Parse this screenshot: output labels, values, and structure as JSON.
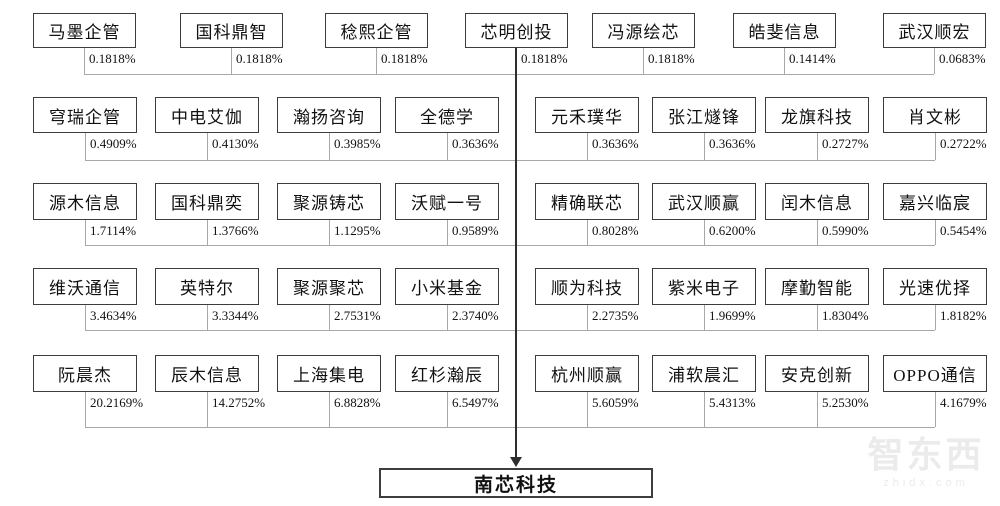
{
  "diagram": {
    "company": "南芯科技",
    "rows": [
      {
        "items": [
          {
            "name": "马墨企管",
            "pct": "0.1818%"
          },
          {
            "name": "国科鼎智",
            "pct": "0.1818%"
          },
          {
            "name": "稔熙企管",
            "pct": "0.1818%"
          },
          {
            "name": "芯明创投",
            "pct": "0.1818%"
          },
          {
            "name": "冯源绘芯",
            "pct": "0.1818%"
          },
          {
            "name": "皓斐信息",
            "pct": "0.1414%"
          },
          {
            "name": "武汉顺宏",
            "pct": "0.0683%"
          }
        ]
      },
      {
        "items": [
          {
            "name": "穹瑞企管",
            "pct": "0.4909%"
          },
          {
            "name": "中电艾伽",
            "pct": "0.4130%"
          },
          {
            "name": "瀚扬咨询",
            "pct": "0.3985%"
          },
          {
            "name": "全德学",
            "pct": "0.3636%"
          },
          {
            "name": "元禾璞华",
            "pct": "0.3636%"
          },
          {
            "name": "张江燧锋",
            "pct": "0.3636%"
          },
          {
            "name": "龙旗科技",
            "pct": "0.2727%"
          },
          {
            "name": "肖文彬",
            "pct": "0.2722%"
          }
        ]
      },
      {
        "items": [
          {
            "name": "源木信息",
            "pct": "1.7114%"
          },
          {
            "name": "国科鼎奕",
            "pct": "1.3766%"
          },
          {
            "name": "聚源铸芯",
            "pct": "1.1295%"
          },
          {
            "name": "沃赋一号",
            "pct": "0.9589%"
          },
          {
            "name": "精确联芯",
            "pct": "0.8028%"
          },
          {
            "name": "武汉顺赢",
            "pct": "0.6200%"
          },
          {
            "name": "闰木信息",
            "pct": "0.5990%"
          },
          {
            "name": "嘉兴临宸",
            "pct": "0.5454%"
          }
        ]
      },
      {
        "items": [
          {
            "name": "维沃通信",
            "pct": "3.4634%"
          },
          {
            "name": "英特尔",
            "pct": "3.3344%"
          },
          {
            "name": "聚源聚芯",
            "pct": "2.7531%"
          },
          {
            "name": "小米基金",
            "pct": "2.3740%"
          },
          {
            "name": "顺为科技",
            "pct": "2.2735%"
          },
          {
            "name": "紫米电子",
            "pct": "1.9699%"
          },
          {
            "name": "摩勤智能",
            "pct": "1.8304%"
          },
          {
            "name": "光速优择",
            "pct": "1.8182%"
          }
        ]
      },
      {
        "items": [
          {
            "name": "阮晨杰",
            "pct": "20.2169%"
          },
          {
            "name": "辰木信息",
            "pct": "14.2752%"
          },
          {
            "name": "上海集电",
            "pct": "6.8828%"
          },
          {
            "name": "红杉瀚辰",
            "pct": "6.5497%"
          },
          {
            "name": "杭州顺赢",
            "pct": "5.6059%"
          },
          {
            "name": "浦软晨汇",
            "pct": "5.4313%"
          },
          {
            "name": "安克创新",
            "pct": "5.2530%"
          },
          {
            "name": "OPPO通信",
            "pct": "4.1679%"
          }
        ]
      }
    ],
    "watermark": {
      "title": "智东西",
      "domain": "zhidx.com"
    }
  },
  "colors": {
    "border": "#3d3d3d",
    "connector": "#a8a8a8",
    "spine": "#2e2e2e",
    "text": "#111111",
    "watermark": "#ebebeb"
  }
}
